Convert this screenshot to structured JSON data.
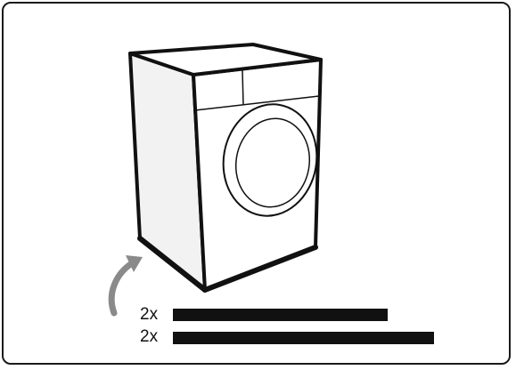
{
  "parts": [
    {
      "quantity": "2x",
      "name": "short-strip"
    },
    {
      "quantity": "2x",
      "name": "long-strip"
    }
  ],
  "colors": {
    "ink": "#111111",
    "appliance_fill": "#ffffff",
    "side_shade": "#f2f2f2",
    "arrow": "#8a8a8a"
  },
  "icons": {
    "appliance": "washing-machine-icon",
    "arrow": "curved-arrow-icon"
  }
}
